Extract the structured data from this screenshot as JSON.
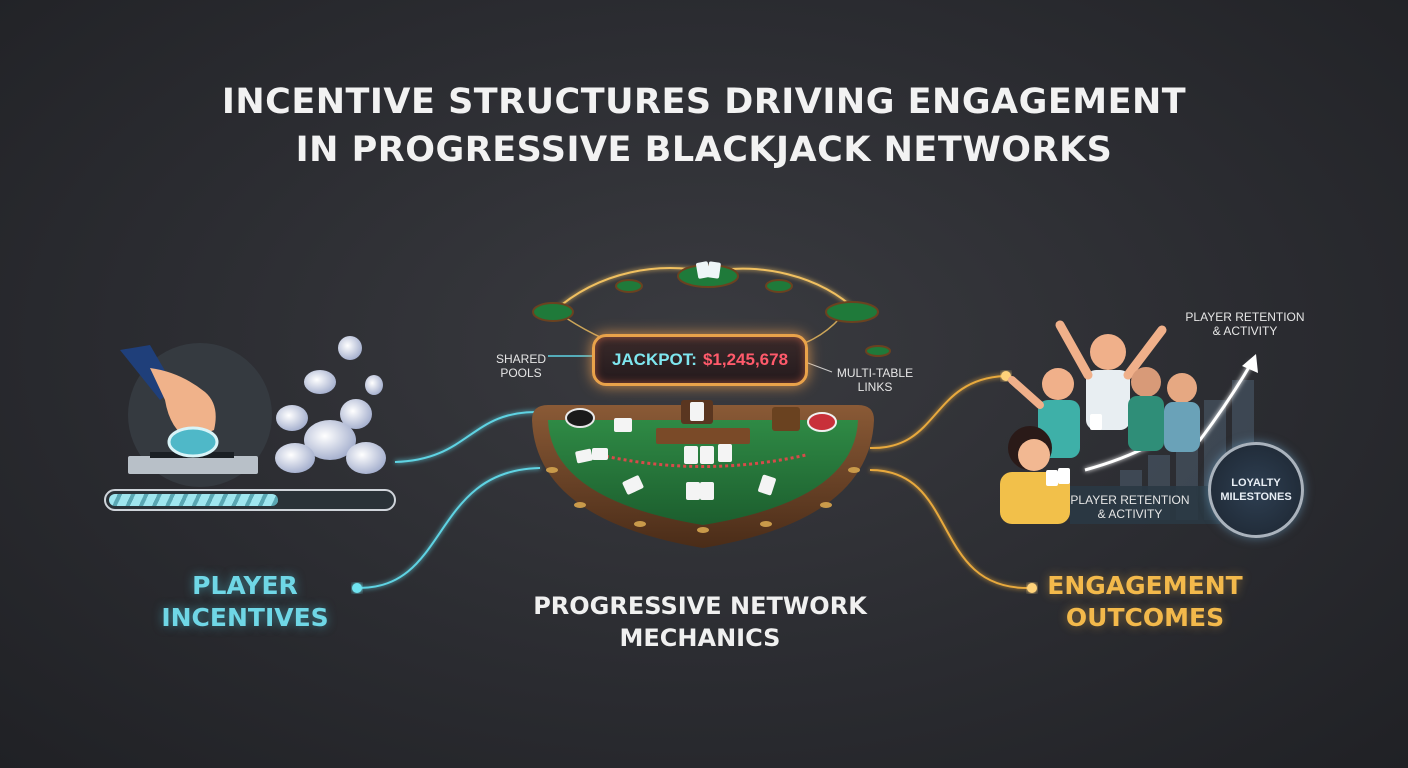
{
  "title": {
    "line1": "INCENTIVE STRUCTURES DRIVING ENGAGEMENT",
    "line2": "IN PROGRESSIVE BLACKJACK NETWORKS"
  },
  "sections": {
    "player_incentives": {
      "line1": "PLAYER",
      "line2": "INCENTIVES",
      "color": "#6fd7e6"
    },
    "network_mechanics": {
      "line1": "PROGRESSIVE NETWORK",
      "line2": "MECHANICS",
      "color": "#f0f0f0"
    },
    "engagement_outcomes": {
      "line1": "ENGAGEMENT",
      "line2": "OUTCOMES",
      "color": "#f3b94b"
    }
  },
  "callouts": {
    "shared_pools": {
      "line1": "SHARED",
      "line2": "POOLS"
    },
    "multi_table": {
      "line1": "MULTI-TABLE",
      "line2": "LINKS"
    },
    "retention_top": {
      "line1": "PLAYER RETENTION",
      "line2": "& ACTIVITY"
    },
    "retention_bottom": {
      "line1": "PLAYER RETENTION",
      "line2": "& ACTIVITY"
    },
    "loyalty": {
      "line1": "LOYALTY",
      "line2": "MILESTONES"
    }
  },
  "jackpot": {
    "label": "JACKPOT:",
    "amount": "$1,245,678"
  },
  "progress": {
    "fraction": 0.6
  },
  "icons": [
    "hand-inserting-chip-icon",
    "poker-chip-icon",
    "blackjack-table-icon",
    "playing-card-icon",
    "cheering-players-icon",
    "growth-arrow-icon"
  ]
}
